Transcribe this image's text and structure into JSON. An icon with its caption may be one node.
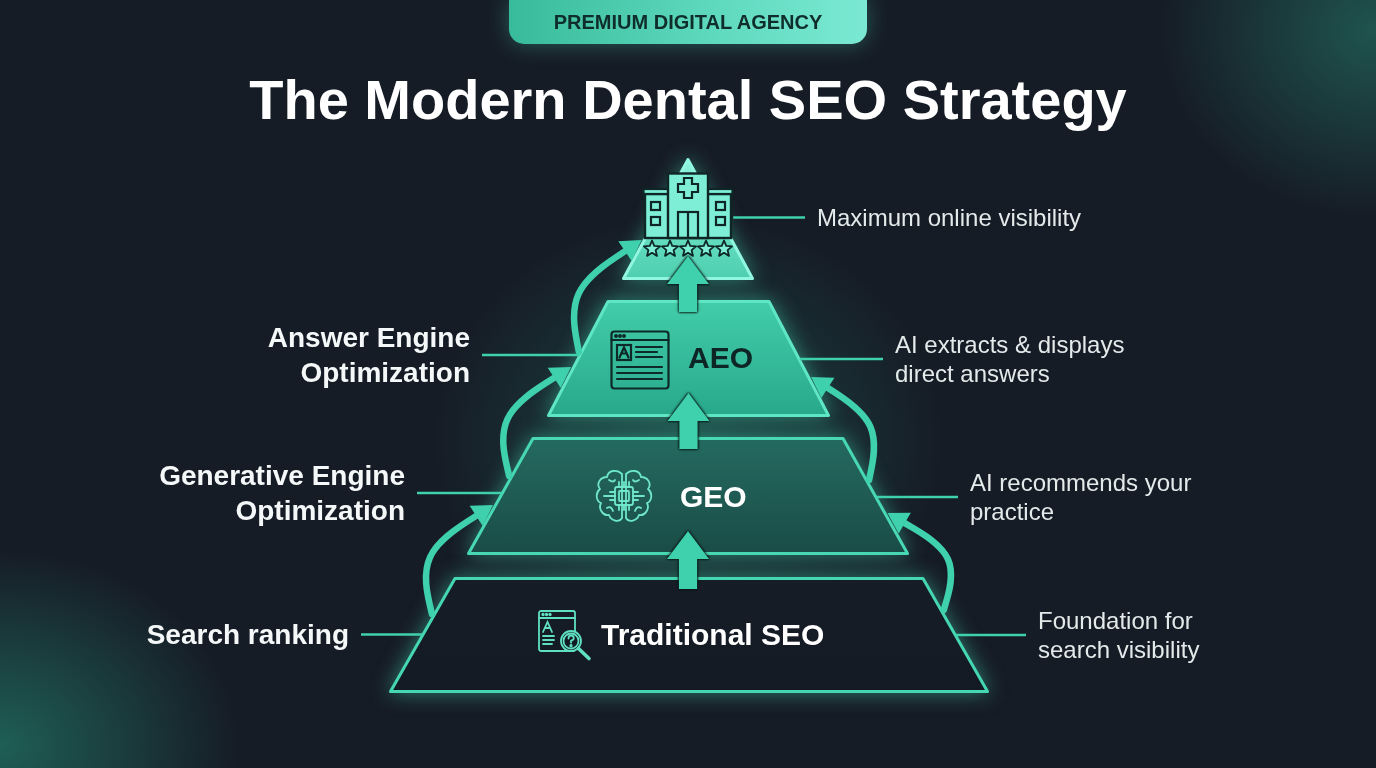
{
  "diagram": {
    "title": "The Modern **Dental SEO** Strategy",
    "nodes": [
      {
        "text": [
          "PREMIUM DIGITAL AGENCY"
        ]
      },
      {
        "text": [],
        "shape": "triangle"
      },
      {
        "text": [
          "Maximum online visibility"
        ]
      },
      {
        "text": [
          "Answer Engine Optimization"
        ]
      },
      {
        "text": [
          "AEO"
        ]
      },
      {
        "text": [
          "AI extracts & displays direct answers"
        ]
      },
      {
        "text": [
          "Generative Engine Optimization"
        ]
      },
      {
        "text": [
          "GEO"
        ]
      },
      {
        "text": [
          "AI recommends your practice"
        ]
      },
      {
        "text": [
          "Search ranking"
        ]
      },
      {
        "text": [
          "Traditional SEO"
        ]
      },
      {
        "text": [
          "Foundation for search visibility"
        ]
      }
    ],
    "edges": [
      {
        "from": 2,
        "to": 1,
        "arrow": "none"
      },
      {
        "from": 3,
        "to": 4,
        "arrow": "none"
      },
      {
        "from": 5,
        "to": 4,
        "arrow": "none"
      },
      {
        "from": 6,
        "to": 7,
        "arrow": "none"
      },
      {
        "from": 8,
        "to": 7,
        "arrow": "none"
      },
      {
        "from": 9,
        "to": 10,
        "arrow": "none"
      },
      {
        "from": 11,
        "to": 10,
        "arrow": "none"
      },
      {
        "from": 10,
        "to": 7,
        "arrow": "to",
        "style": "thick"
      },
      {
        "from": 7,
        "to": 4,
        "arrow": "to",
        "style": "thick"
      },
      {
        "from": 4,
        "to": 1,
        "arrow": "to",
        "style": "thick"
      },
      {
        "from": 10,
        "to": 7,
        "arrow": "to"
      },
      {
        "from": 7,
        "to": 4,
        "arrow": "to"
      },
      {
        "from": 4,
        "to": 1,
        "arrow": "to"
      },
      {
        "from": 10,
        "to": 7,
        "arrow": "to"
      },
      {
        "from": 7,
        "to": 4,
        "arrow": "to"
      }
    ]
  }
}
